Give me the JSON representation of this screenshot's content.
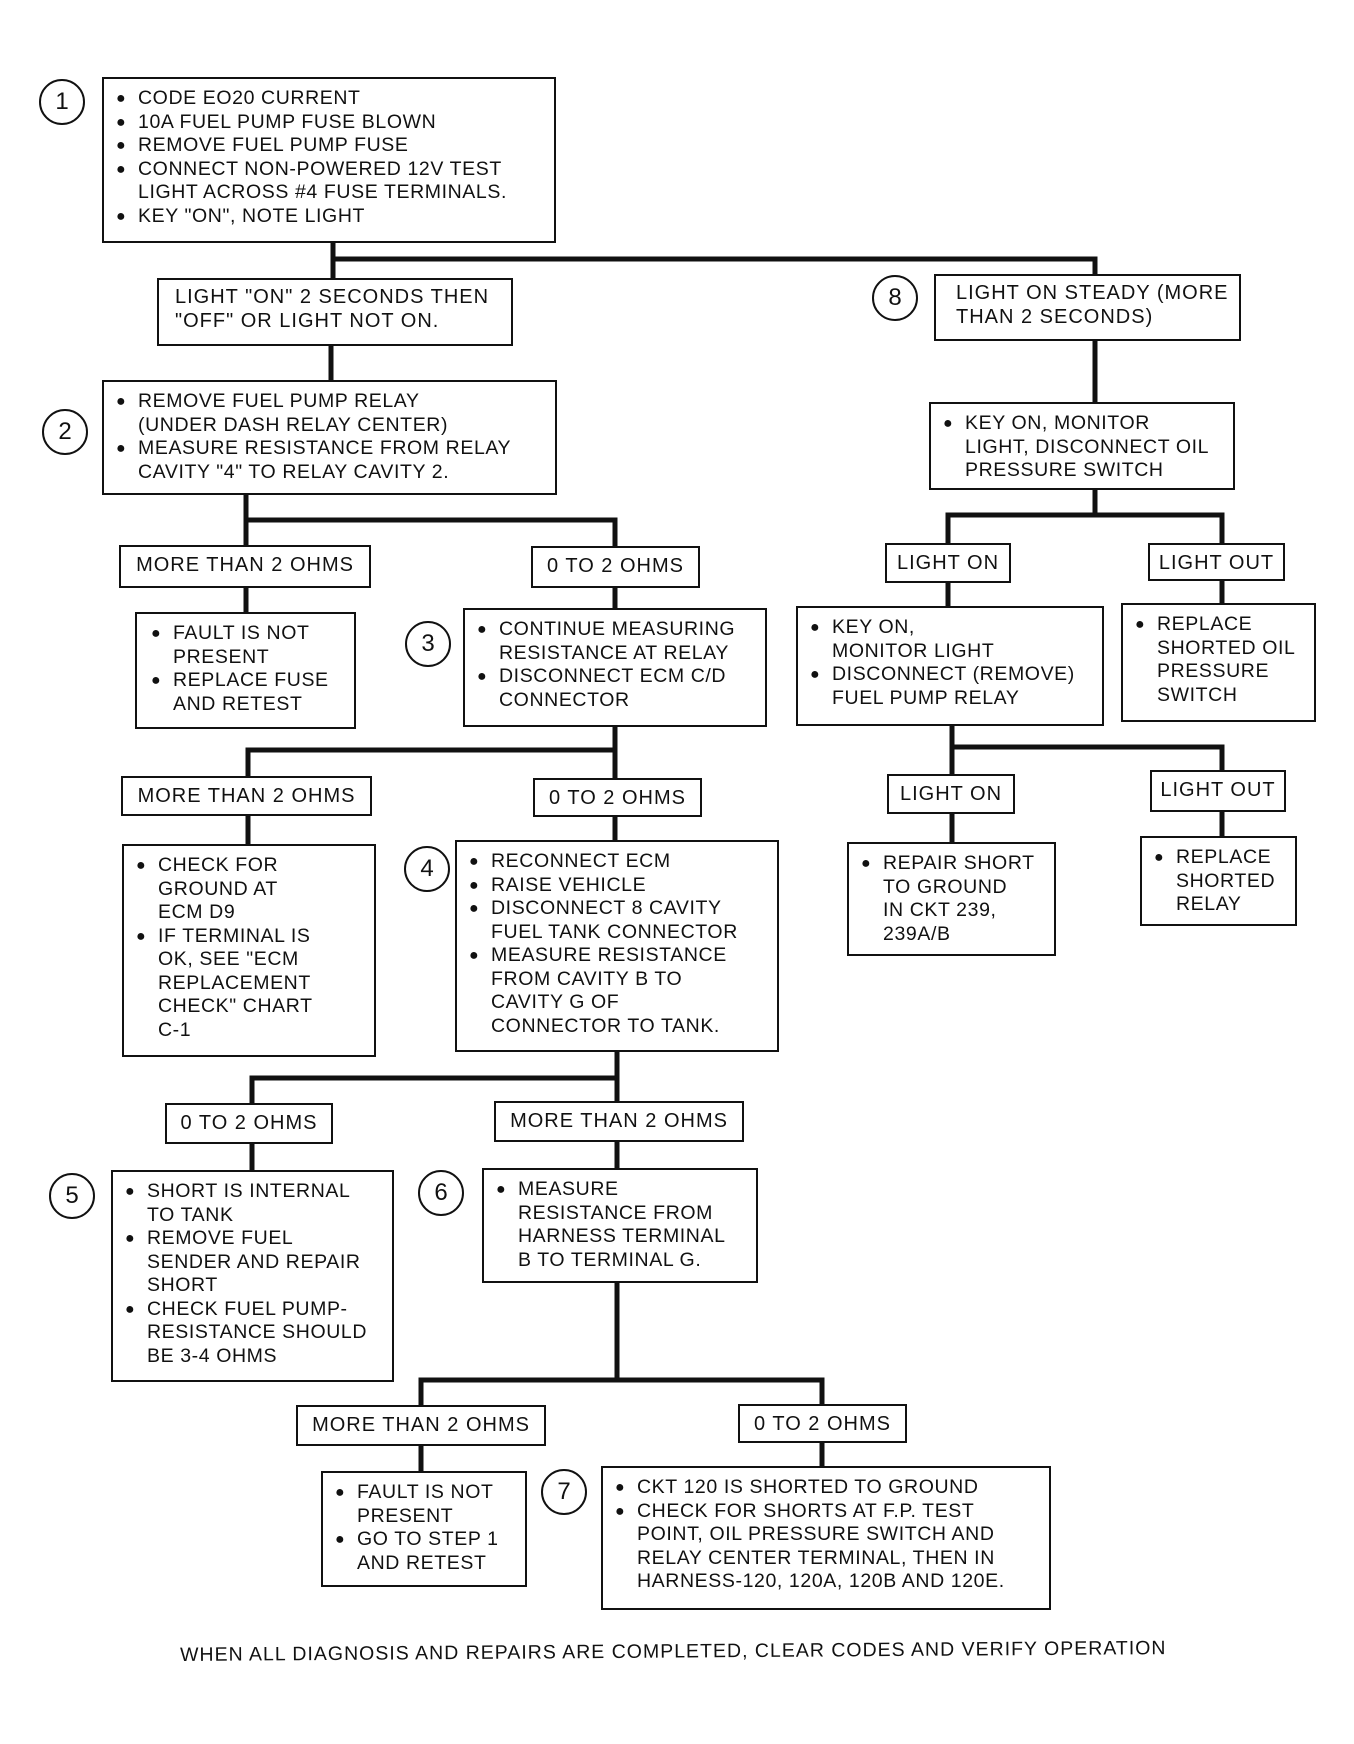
{
  "steps": {
    "s1": {
      "num": "1",
      "lines": [
        "CODE EO20 CURRENT",
        "10A FUEL PUMP FUSE BLOWN",
        "REMOVE FUEL PUMP FUSE",
        "CONNECT NON-POWERED 12V TEST",
        "LIGHT ACROSS #4 FUSE TERMINALS.",
        "KEY \"ON\", NOTE LIGHT"
      ]
    },
    "s2": {
      "num": "2",
      "lines": [
        "REMOVE FUEL PUMP RELAY",
        "(UNDER DASH RELAY CENTER)",
        "MEASURE RESISTANCE FROM RELAY",
        "CAVITY \"4\" TO RELAY CAVITY 2."
      ]
    },
    "s2a": {
      "lines": [
        "FAULT IS NOT",
        "PRESENT",
        "REPLACE FUSE",
        "AND RETEST"
      ]
    },
    "s3": {
      "num": "3",
      "lines": [
        "CONTINUE MEASURING",
        "RESISTANCE AT RELAY",
        "DISCONNECT ECM C/D",
        "CONNECTOR"
      ]
    },
    "s3a": {
      "lines": [
        "CHECK FOR",
        "GROUND AT",
        "ECM D9",
        "IF TERMINAL IS",
        "OK, SEE \"ECM",
        "REPLACEMENT",
        "CHECK\" CHART",
        "C-1"
      ]
    },
    "s4": {
      "num": "4",
      "lines": [
        "RECONNECT ECM",
        "RAISE VEHICLE",
        "DISCONNECT 8 CAVITY",
        "FUEL TANK CONNECTOR",
        "MEASURE RESISTANCE",
        "FROM CAVITY B TO",
        "CAVITY G OF",
        "CONNECTOR TO TANK."
      ]
    },
    "s5": {
      "num": "5",
      "lines": [
        "SHORT IS INTERNAL",
        "TO TANK",
        "REMOVE FUEL",
        "SENDER AND REPAIR",
        "SHORT",
        "CHECK FUEL PUMP-",
        "RESISTANCE SHOULD",
        "BE 3-4 OHMS"
      ]
    },
    "s6": {
      "num": "6",
      "lines": [
        "MEASURE",
        "RESISTANCE FROM",
        "HARNESS TERMINAL",
        "B TO TERMINAL G."
      ]
    },
    "s6a": {
      "lines": [
        "FAULT IS NOT",
        "PRESENT",
        "GO TO STEP 1",
        "AND RETEST"
      ]
    },
    "s7": {
      "num": "7",
      "lines": [
        "CKT 120 IS SHORTED TO GROUND",
        "CHECK FOR SHORTS AT F.P. TEST",
        "POINT, OIL PRESSURE SWITCH AND",
        "RELAY CENTER TERMINAL, THEN IN",
        "HARNESS-120, 120A, 120B AND 120E."
      ]
    },
    "s8": {
      "num": "8"
    },
    "s8a": {
      "lines": [
        "KEY ON, MONITOR",
        "LIGHT, DISCONNECT OIL",
        "PRESSURE SWITCH"
      ]
    },
    "s8b": {
      "lines": [
        "KEY ON,",
        "MONITOR LIGHT",
        "DISCONNECT (REMOVE)",
        "FUEL PUMP RELAY"
      ]
    },
    "s8c": {
      "lines": [
        "REPLACE",
        "SHORTED OIL",
        "PRESSURE",
        "SWITCH"
      ]
    },
    "s8d": {
      "lines": [
        "REPAIR SHORT",
        "TO GROUND",
        "IN CKT 239,",
        "239A/B"
      ]
    },
    "s8e": {
      "lines": [
        "REPLACE",
        "SHORTED",
        "RELAY"
      ]
    }
  },
  "labels": {
    "light_on_2s": "LIGHT \"ON\" 2 SECONDS THEN \"OFF\" OR LIGHT NOT ON.",
    "light_steady": "LIGHT ON STEADY (MORE THAN 2 SECONDS)",
    "more_than_2": "MORE THAN 2 OHMS",
    "zero_to_2": "0 TO 2 OHMS",
    "light_on": "LIGHT ON",
    "light_out": "LIGHT OUT"
  },
  "footer": "WHEN ALL DIAGNOSIS AND REPAIRS ARE COMPLETED, CLEAR CODES AND VERIFY OPERATION"
}
